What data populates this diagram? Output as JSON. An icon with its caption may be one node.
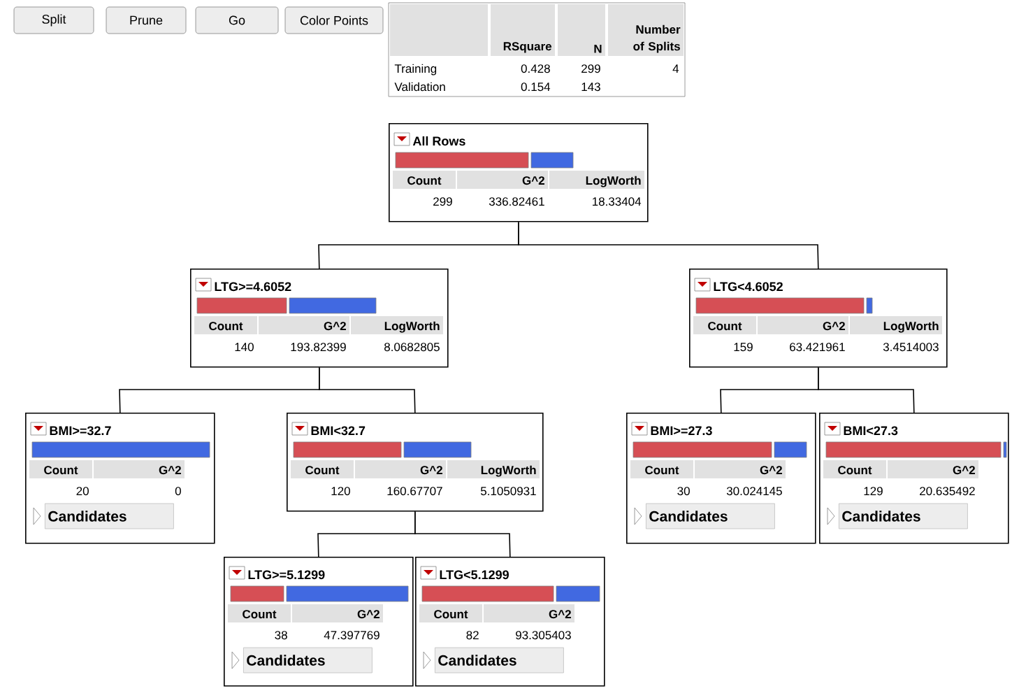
{
  "diagram": {
    "nodes": [
      {
        "text": [
          "All Rows",
          "Count",
          "G^2",
          "LogWorth",
          "299",
          "336.82461",
          "18.33404"
        ]
      },
      {
        "text": [
          "LTG>=4.6052",
          "Count",
          "G^2",
          "LogWorth",
          "140",
          "193.82399",
          "8.0682805"
        ]
      },
      {
        "text": [
          "LTG<4.6052",
          "Count",
          "G^2",
          "LogWorth",
          "159",
          "63.421961",
          "3.4514003"
        ]
      },
      {
        "text": [
          "BMI>=32.7",
          "Count",
          "G^2",
          "20",
          "0",
          "Candidates"
        ]
      },
      {
        "text": [
          "BMI<32.7",
          "Count",
          "G^2",
          "LogWorth",
          "120",
          "160.67707",
          "5.1050931"
        ]
      },
      {
        "text": [
          "BMI>=27.3",
          "Count",
          "G^2",
          "30",
          "30.024145",
          "Candidates"
        ]
      },
      {
        "text": [
          "BMI<27.3",
          "Count",
          "G^2",
          "129",
          "20.635492",
          "Candidates"
        ]
      },
      {
        "text": [
          "LTG>=5.1299",
          "Count",
          "G^2",
          "38",
          "47.397769",
          "Candidates"
        ]
      },
      {
        "text": [
          "LTG<5.1299",
          "Count",
          "G^2",
          "82",
          "93.305403",
          "Candidates"
        ]
      }
    ],
    "edges": [
      {
        "from": 0,
        "to": 1,
        "arrow": "none"
      },
      {
        "from": 0,
        "to": 2,
        "arrow": "none"
      },
      {
        "from": 1,
        "to": 3,
        "arrow": "none"
      },
      {
        "from": 1,
        "to": 4,
        "arrow": "none"
      },
      {
        "from": 2,
        "to": 5,
        "arrow": "none"
      },
      {
        "from": 2,
        "to": 6,
        "arrow": "none"
      },
      {
        "from": 4,
        "to": 7,
        "arrow": "none"
      },
      {
        "from": 4,
        "to": 8,
        "arrow": "none"
      }
    ],
    "labels": [
      "Split",
      "Prune",
      "Go",
      "Color Points",
      "RSquare",
      "N",
      "Number of Splits",
      "Training",
      "0.428",
      "299",
      "4",
      "Validation",
      "0.154",
      "143"
    ]
  }
}
